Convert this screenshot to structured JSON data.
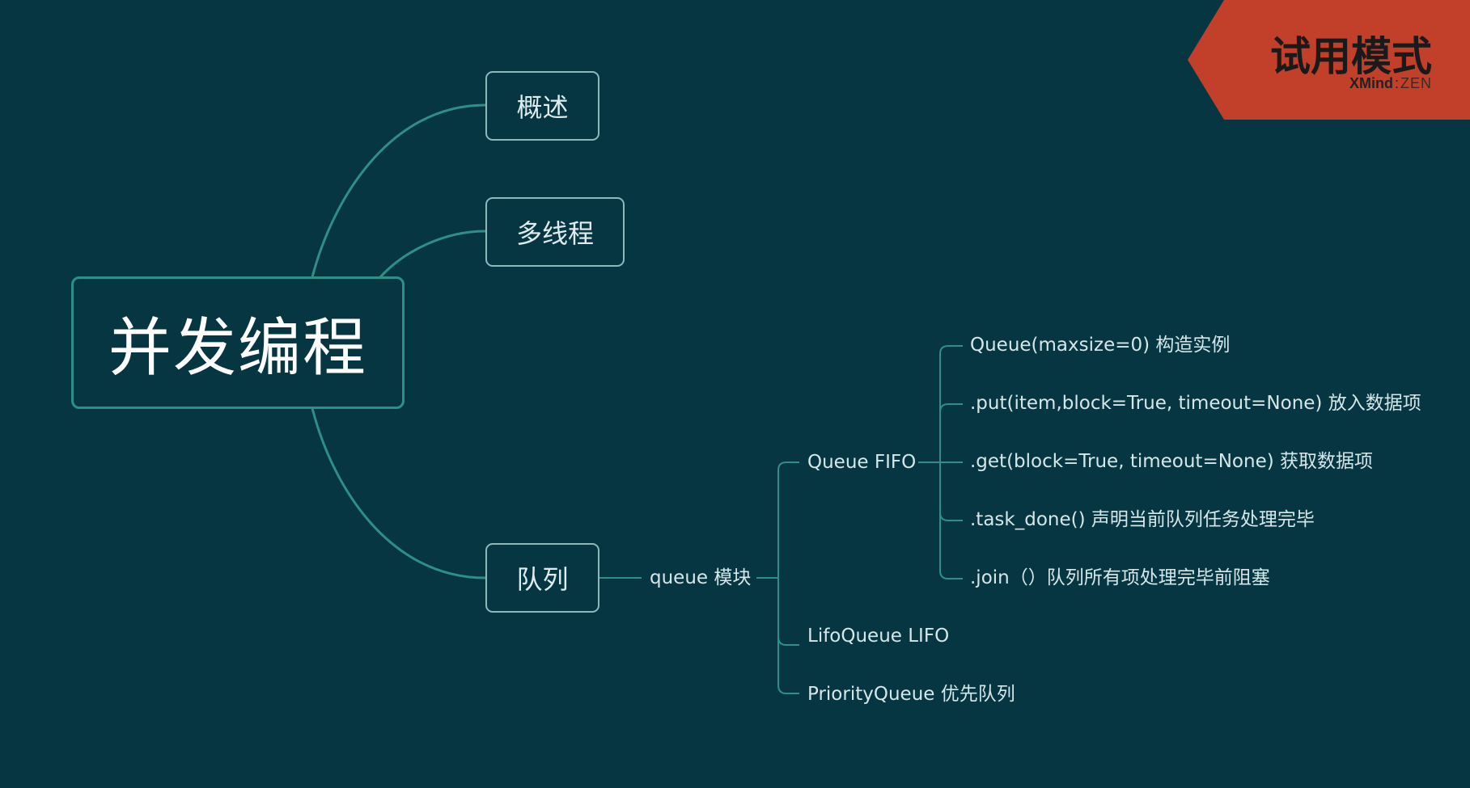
{
  "central_topic": "并发编程",
  "main_topics": [
    "概述",
    "多线程",
    "队列"
  ],
  "queue_module": "queue 模块",
  "queue_types": [
    "Queue FIFO",
    "LifoQueue LIFO",
    "PriorityQueue  优先队列"
  ],
  "fifo_methods": [
    "Queue(maxsize=0) 构造实例",
    ".put(item,block=True, timeout=None) 放入数据项",
    ".get(block=True, timeout=None) 获取数据项",
    ".task_done() 声明当前队列任务处理完毕",
    ".join（）队列所有项处理完毕前阻塞"
  ],
  "trial": {
    "title": "试用模式",
    "brand_main": "XMind",
    "brand_sep": ":",
    "brand_edition": "ZEN"
  },
  "colors": {
    "background": "#063642",
    "branch": "#2e8f86",
    "badge": "#c2402a"
  }
}
